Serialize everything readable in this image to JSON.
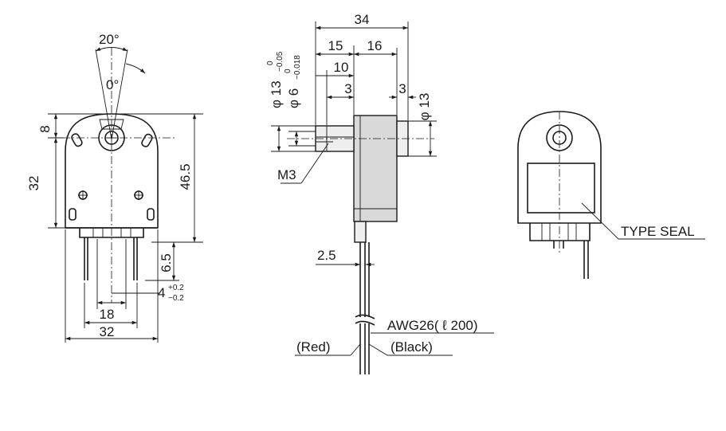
{
  "front_view": {
    "angle_range": "20°",
    "angle_zero": "0°",
    "dim_top_height": "8",
    "dim_body_height": "32",
    "dim_total_height": "46.5",
    "dim_terminal_length": "6.5",
    "dim_terminal_width": "4",
    "dim_terminal_width_tol_upper": "+0.2",
    "dim_terminal_width_tol_lower": "−0.2",
    "dim_terminal_pitch": "18",
    "dim_body_width": "32"
  },
  "side_view": {
    "dim_overall_length": "34",
    "dim_shaft_length": "15",
    "dim_body_length": "16",
    "dim_flat_length": "10",
    "dim_flat_end": "3",
    "dim_rear_boss": "3",
    "dim_shaft_dia_prefix": "φ 13",
    "dim_shaft_dia_tol_upper": "0",
    "dim_shaft_dia_tol_lower": "−0.05",
    "dim_flat_dia_prefix": "φ 6",
    "dim_flat_dia_tol_upper": "0",
    "dim_flat_dia_tol_lower": "−0.018",
    "dim_boss_dia": "φ 13",
    "thread_label": "M3",
    "lead_offset": "2.5",
    "wire_spec": "AWG26( ℓ 200)",
    "wire_red": "(Red)",
    "wire_black": "(Black)"
  },
  "rear_view": {
    "type_seal_label": "TYPE SEAL"
  }
}
